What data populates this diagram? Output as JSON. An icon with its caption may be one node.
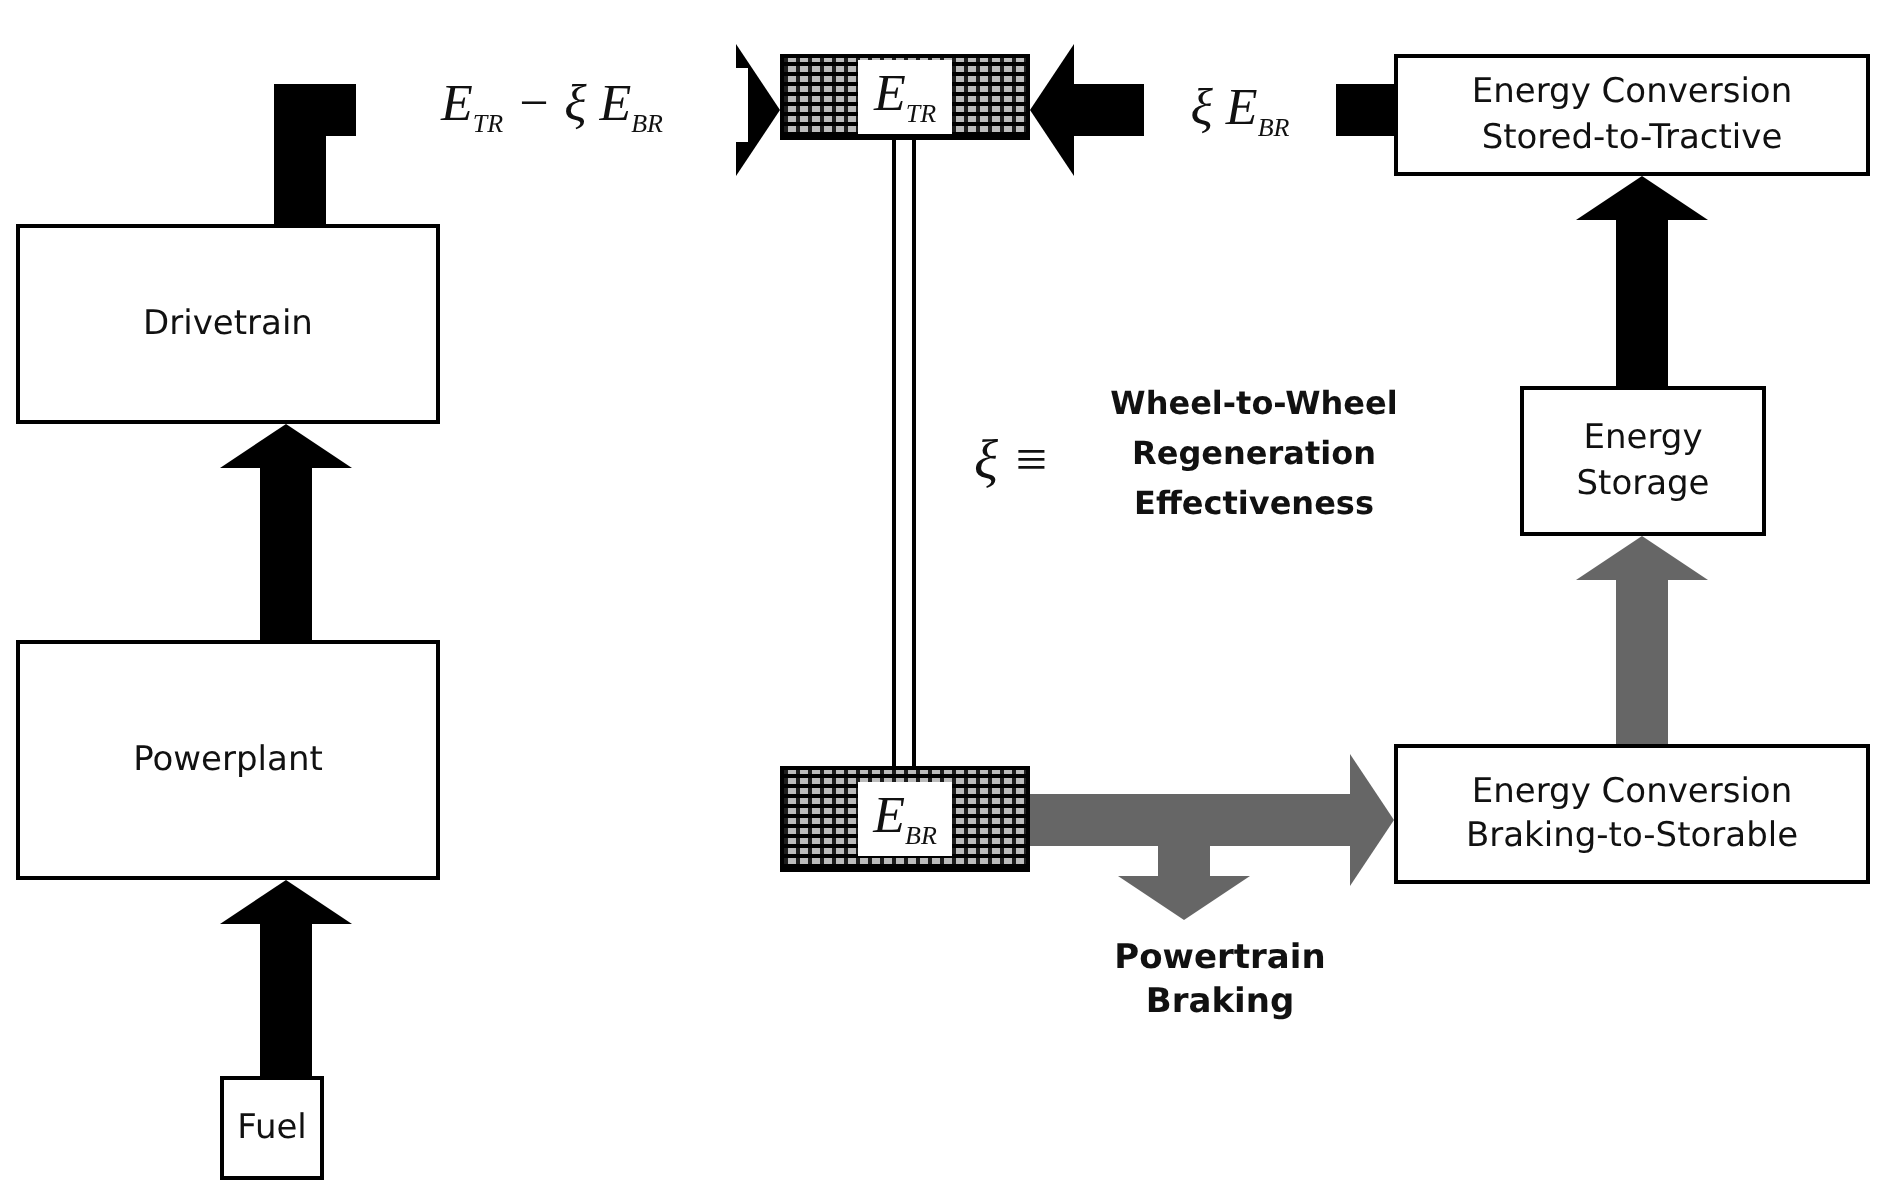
{
  "diagram": {
    "nodes": [
      {
        "text": [
          "Fuel"
        ]
      },
      {
        "text": [
          "Powerplant"
        ]
      },
      {
        "text": [
          "Drivetrain"
        ]
      },
      {
        "text": [
          "E$_{TR}$"
        ]
      },
      {
        "text": [
          "E$_{BR}$"
        ]
      },
      {
        "text": [
          "Energy Conversion Braking-to-Storable"
        ]
      },
      {
        "text": [
          "Energy Storage"
        ]
      },
      {
        "text": [
          "Energy Conversion Stored-to-Tractive"
        ]
      },
      {
        "text": [
          "Powertrain Braking"
        ]
      }
    ],
    "edges": [
      {
        "from": 0,
        "to": 1,
        "arrow": "to"
      },
      {
        "from": 1,
        "to": 2,
        "arrow": "to"
      },
      {
        "from": 2,
        "to": 3,
        "arrow": "to",
        "label": "E$_{TR}$ − ξ E$_{BR}$"
      },
      {
        "from": 7,
        "to": 3,
        "arrow": "to",
        "label": "ξ E$_{BR}$"
      },
      {
        "from": 3,
        "to": 4,
        "arrow": "none"
      },
      {
        "from": 4,
        "to": 5,
        "arrow": "to",
        "color": "#666666"
      },
      {
        "from": 4,
        "to": 8,
        "arrow": "to",
        "color": "#666666"
      },
      {
        "from": 5,
        "to": 6,
        "arrow": "to",
        "color": "#666666"
      },
      {
        "from": 6,
        "to": 7,
        "arrow": "to"
      }
    ],
    "labels": [
      "ξ ≡",
      "Wheel-to-Wheel Regeneration Effectiveness"
    ]
  }
}
